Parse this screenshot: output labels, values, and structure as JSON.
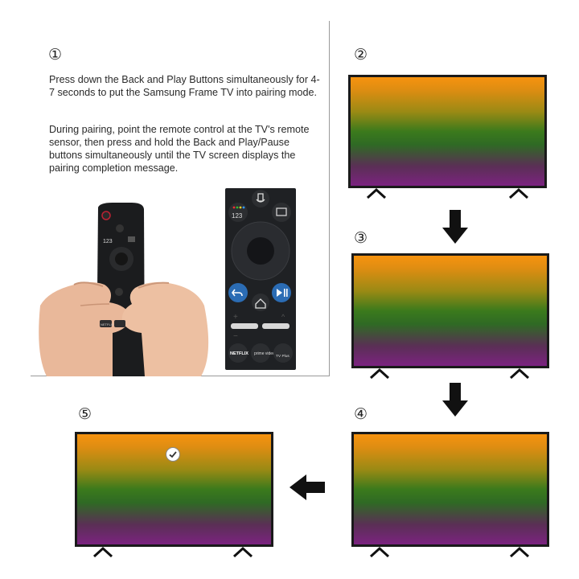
{
  "steps": {
    "s1": {
      "number": "①",
      "para1": "Press down the Back and Play Buttons simultaneously for 4-7 seconds to put the Samsung Frame TV into pairing mode.",
      "para2": "During pairing, point the remote control at the TV's remote sensor, then press and hold the Back and Play/Pause buttons simultaneously until the TV screen displays the pairing completion message."
    },
    "s2": {
      "number": "②"
    },
    "s3": {
      "number": "③"
    },
    "s4": {
      "number": "④"
    },
    "s5": {
      "number": "⑤"
    }
  },
  "remote_labels": {
    "num_key": "123",
    "netflix": "NETFLIX",
    "prime": "prime video",
    "tvplus": "TV Plus"
  },
  "colors": {
    "tv_top": "#f7930f",
    "tv_mid": "#2f6a24",
    "tv_bottom": "#7b2380",
    "arrow": "#111111"
  }
}
